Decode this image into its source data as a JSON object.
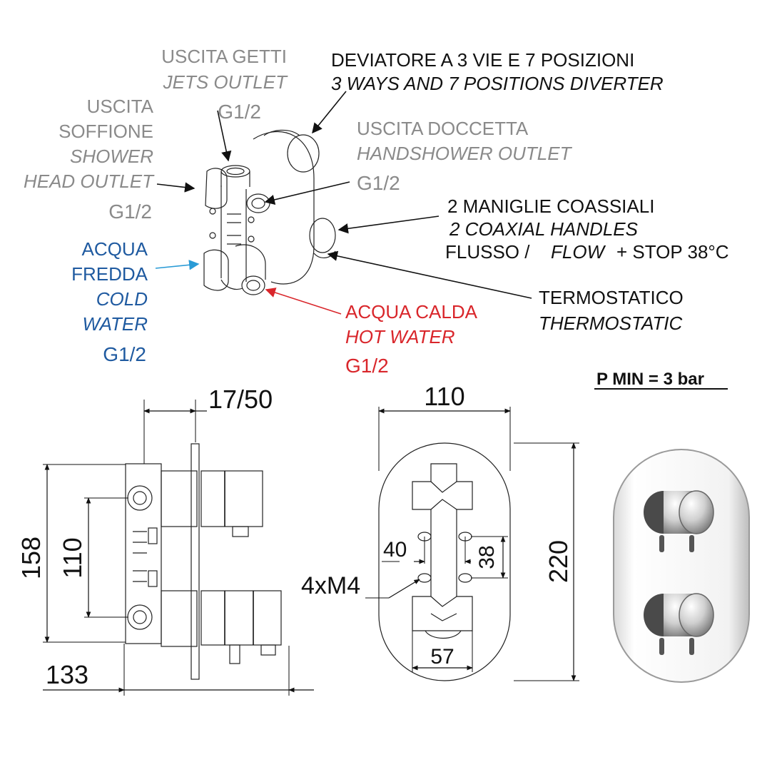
{
  "labels": {
    "jets_it": "USCITA GETTI",
    "jets_en": "JETS OUTLET",
    "jets_size": "G1/2",
    "shower_it_1": "USCITA",
    "shower_it_2": "SOFFIONE",
    "shower_en_1": "SHOWER",
    "shower_en_2": "HEAD OUTLET",
    "shower_size": "G1/2",
    "cold_it_1": "ACQUA",
    "cold_it_2": "FREDDA",
    "cold_en_1": "COLD",
    "cold_en_2": "WATER",
    "cold_size": "G1/2",
    "diverter_it": "DEVIATORE A 3 VIE E 7 POSIZIONI",
    "diverter_en": "3 WAYS AND 7 POSITIONS DIVERTER",
    "hand_it": "USCITA DOCCETTA",
    "hand_en": "HANDSHOWER OUTLET",
    "hand_size": "G1/2",
    "handles_it": "2 MANIGLIE COASSIALI",
    "handles_en": "2 COAXIAL HANDLES",
    "flow_it": "FLUSSO /",
    "flow_en": "FLOW",
    "flow_stop": "+ STOP 38°C",
    "thermo_it": "TERMOSTATICO",
    "thermo_en": "THERMOSTATIC",
    "hot_it": "ACQUA CALDA",
    "hot_en": "HOT WATER",
    "hot_size": "G1/2",
    "pmin": "P MIN = 3 bar"
  },
  "dimensions": {
    "d_17_50": "17/50",
    "d_158": "158",
    "d_110_side": "110",
    "d_133": "133",
    "d_110_top": "110",
    "d_220": "220",
    "d_40": "40",
    "d_38": "38",
    "d_57": "57",
    "d_4xm4": "4xM4"
  },
  "colors": {
    "gray_text": "#8a8a8a",
    "blue_text": "#1f5aa0",
    "red_text": "#d9262b",
    "line": "#111111"
  }
}
